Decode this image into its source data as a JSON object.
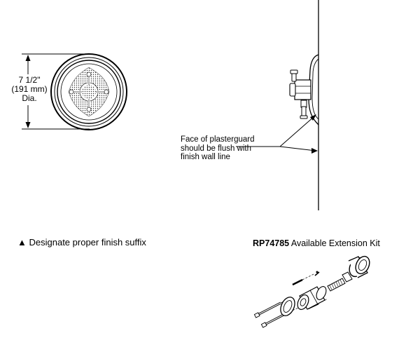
{
  "dimension": {
    "line1": "7 1/2\"",
    "line2": "(191 mm)",
    "line3": "Dia."
  },
  "wall_note": {
    "line1": "Face of plasterguard",
    "line2": "should be flush with",
    "line3": "finish wall line"
  },
  "finish_note": {
    "symbol": "▲",
    "text": "Designate proper finish suffix"
  },
  "extension_kit": {
    "part_number": "RP74785",
    "description": "Available Extension Kit"
  }
}
